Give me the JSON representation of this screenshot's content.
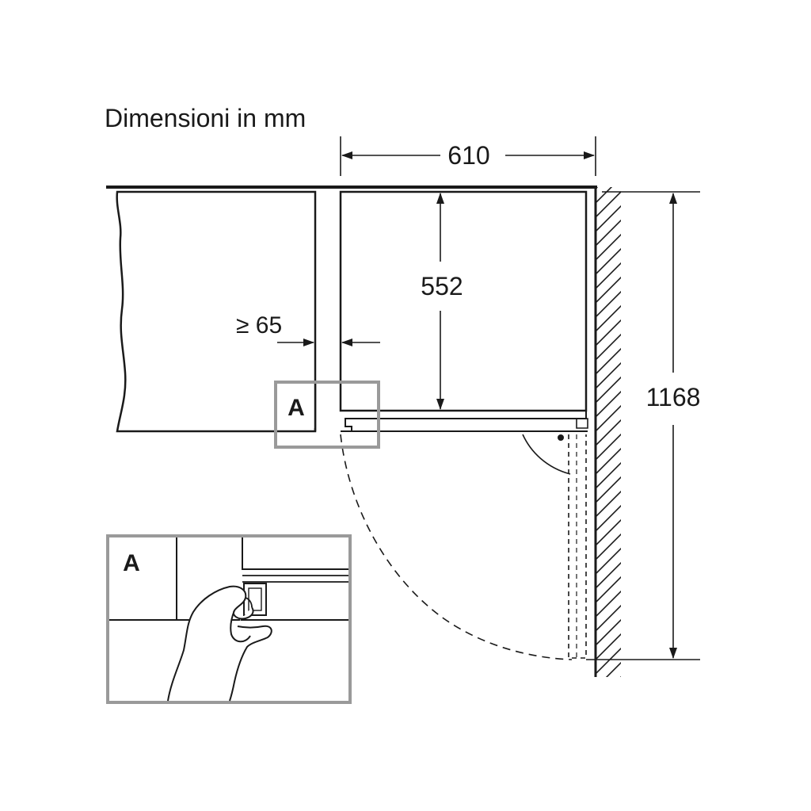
{
  "title": "Dimensioni in mm",
  "dimensions": {
    "width": "610",
    "depth": "552",
    "gap": "≥ 65",
    "door_swing": "1168"
  },
  "detail": {
    "callout_label": "A",
    "inset_label": "A"
  },
  "colors": {
    "line": "#1a1a1a",
    "callout_frame": "#9a9a9a"
  }
}
